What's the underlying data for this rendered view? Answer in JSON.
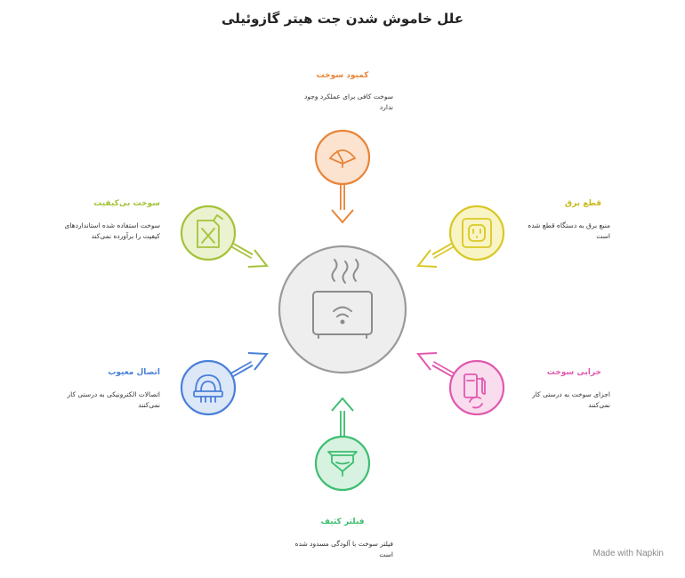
{
  "title": "علل خاموش شدن جت هیتر گازوئیلی",
  "causes": {
    "top": {
      "title": "کمبود سوخت",
      "desc": "سوخت کافی برای عملکرد وجود ندارد",
      "color": "#E8853A",
      "fill": "#FBE3CF",
      "icon": "fuel-gauge-icon"
    },
    "top_right": {
      "title": "قطع برق",
      "desc": "منبع برق به دستگاه قطع شده است",
      "color": "#D9C826",
      "fill": "#F9F4C4",
      "icon": "power-outlet-icon"
    },
    "bottom_right": {
      "title": "خرابی سوخت",
      "desc": "اجزای سوخت به درستی کار نمی‌کنند",
      "color": "#E05AAE",
      "fill": "#F9DCEE",
      "icon": "fuel-pump-icon"
    },
    "bottom": {
      "title": "فیلتر کثیف",
      "desc": "فیلتر سوخت با آلودگی مسدود شده است",
      "color": "#3DBE71",
      "fill": "#D7F2E0",
      "icon": "filter-icon"
    },
    "bottom_left": {
      "title": "اتصال معیوب",
      "desc": "اتصالات الکترونیکی به درستی کار نمی‌کنند",
      "color": "#4A80D9",
      "fill": "#DCE7F8",
      "icon": "connector-icon"
    },
    "top_left": {
      "title": "سوخت بی‌کیفیت",
      "desc": "سوخت استفاده شده استانداردهای کیفیت را برآورده نمی‌کند",
      "color": "#A5C23A",
      "fill": "#EAF2CF",
      "icon": "fuel-can-icon"
    }
  },
  "center": {
    "icon": "heater-icon",
    "color": "#9a9a9a",
    "fill": "#eeeeee"
  },
  "footer": "Made with  Napkin"
}
